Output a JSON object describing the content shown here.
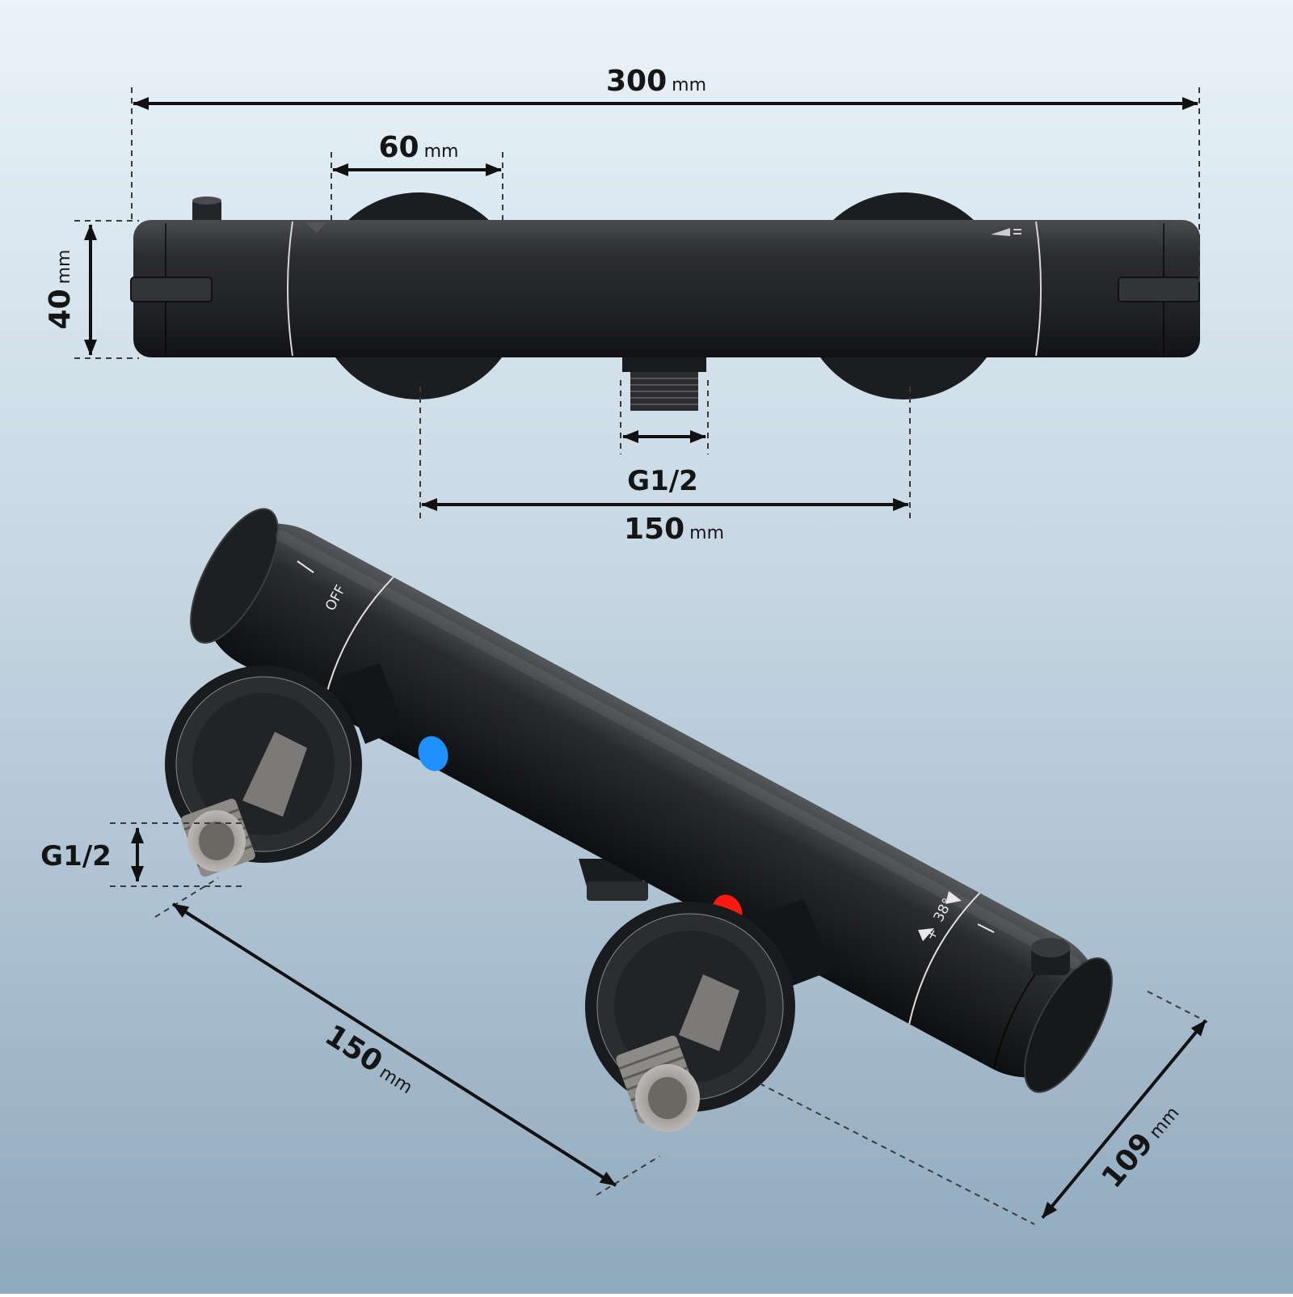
{
  "dimensions": {
    "overall_length": {
      "value": "300",
      "unit": "mm"
    },
    "wall_plate_diameter": {
      "value": "60",
      "unit": "mm"
    },
    "body_height": {
      "value": "40",
      "unit": "mm"
    },
    "outlet_thread": {
      "value": "G1/2"
    },
    "inlet_spacing": {
      "value": "150",
      "unit": "mm"
    },
    "inlet_thread": {
      "value": "G1/2"
    },
    "inlet_spacing_perspective": {
      "value": "150",
      "unit": "mm"
    },
    "depth": {
      "value": "109",
      "unit": "mm"
    }
  },
  "handle_markings": {
    "off_label": "OFF",
    "temperature_label": "38°",
    "plus_sign": "+"
  },
  "colors": {
    "background_top": "#e9f3fa",
    "background_bottom": "#8fa9bd",
    "body": "#2a2b2e",
    "cold_indicator": "#1e90ff",
    "hot_indicator": "#ff1a0f",
    "thread": "#9c9a96"
  }
}
